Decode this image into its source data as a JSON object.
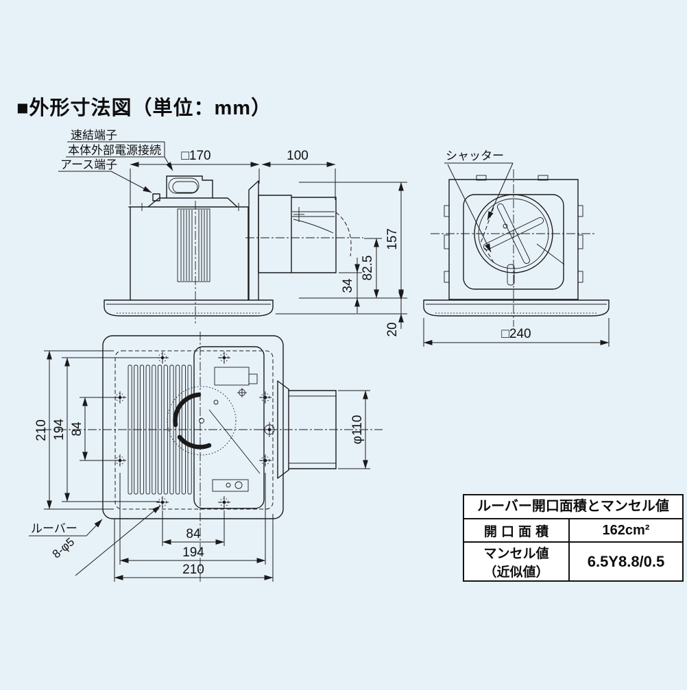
{
  "title": "■外形寸法図（単位：mm）",
  "side_view": {
    "label_quick_terminal": "速結端子",
    "label_power": "本体外部電源接続",
    "label_earth": "アース端子",
    "dim_width": "□170",
    "dim_duct": "100",
    "dim_height": "157",
    "dim_duct_center": "82.5",
    "dim_duct_bottom": "34",
    "dim_louver": "20"
  },
  "top_view": {
    "label_shutter": "シャッター",
    "dim_width": "□240"
  },
  "bottom_view": {
    "dim_v_outer": "210",
    "dim_v_pitch": "194",
    "dim_v_inner": "84",
    "dim_h_inner": "84",
    "dim_h_pitch": "194",
    "dim_h_outer": "210",
    "dim_duct_dia": "φ110",
    "label_louver": "ルーバー",
    "label_holes": "8-φ5"
  },
  "spec_table": {
    "title": "ルーバー開口面積とマンセル値",
    "row1_label": "開口面積",
    "row1_value": "162cm²",
    "row2_label_line1": "マンセル値",
    "row2_label_line2": "（近似値）",
    "row2_value": "6.5Y8.8/0.5"
  },
  "colors": {
    "background": "#e7f1f8",
    "line": "#1a1a1a",
    "table_background": "#ffffff"
  }
}
